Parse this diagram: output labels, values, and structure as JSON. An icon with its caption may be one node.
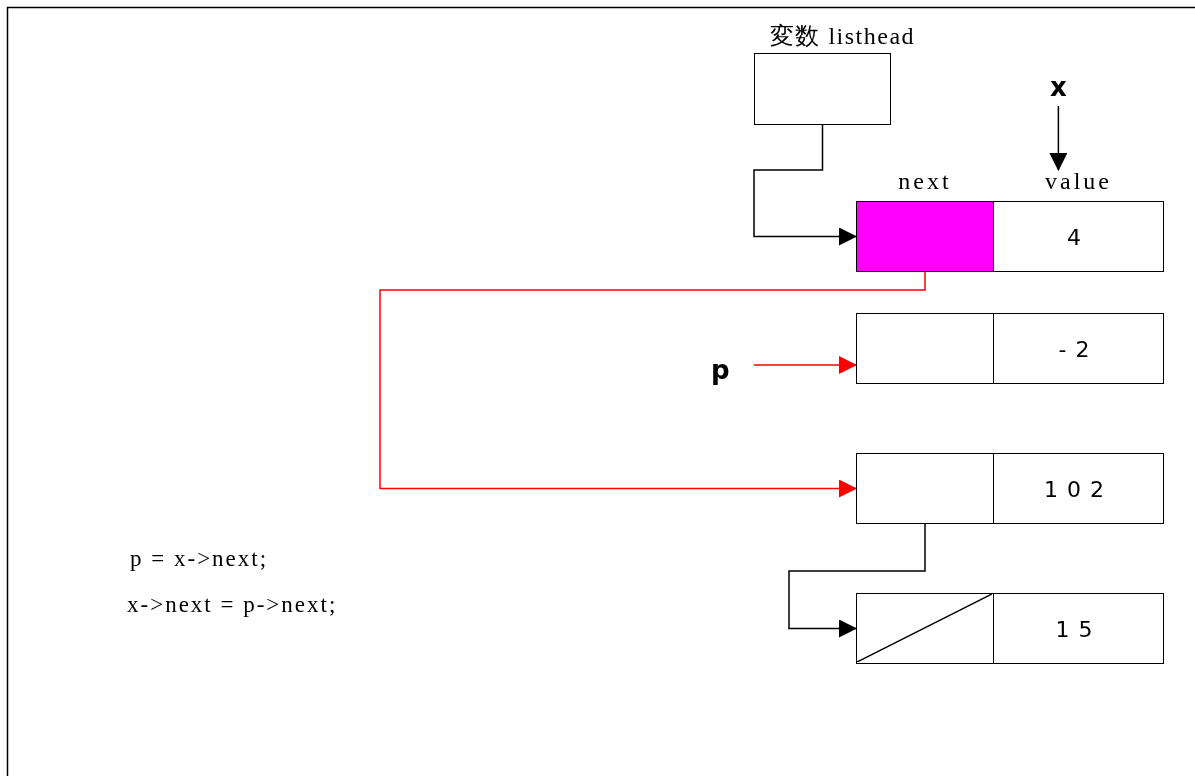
{
  "diagram": {
    "nodes": [
      {
        "text": [
          "変数 listhead"
        ]
      },
      {
        "text": [
          "x"
        ]
      },
      {
        "text": [
          "next"
        ]
      },
      {
        "text": [
          "value",
          "4"
        ]
      },
      {
        "text": [],
        "shape": "box"
      },
      {
        "text": [
          "-2"
        ]
      },
      {
        "text": [
          "p"
        ]
      },
      {
        "text": [],
        "shape": "box"
      },
      {
        "text": [
          "102"
        ]
      },
      {
        "text": [],
        "shape": "box"
      },
      {
        "text": [
          "15"
        ]
      }
    ],
    "edges": [
      {
        "from": 0,
        "to": 2,
        "arrow": "to"
      },
      {
        "from": 1,
        "to": 3,
        "arrow": "to"
      },
      {
        "from": 2,
        "to": 7,
        "arrow": "to",
        "color": "#ff0000"
      },
      {
        "from": 6,
        "to": 4,
        "arrow": "to",
        "color": "#ff0000"
      },
      {
        "from": 7,
        "to": 9,
        "arrow": "to"
      }
    ],
    "labels": [
      "p = x->next;",
      "x->next = p->next;"
    ]
  }
}
